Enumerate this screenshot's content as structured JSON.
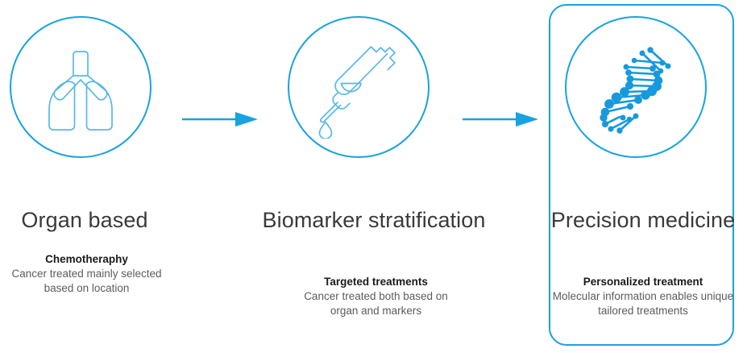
{
  "theme": {
    "accent_blue": "#17a3df",
    "icon_stroke_light": "#57b9e8",
    "title_color": "#3a3a3a",
    "detail_head_color": "#1a1a1a",
    "detail_body_color": "#5c5c5c",
    "background": "#ffffff"
  },
  "diagram": {
    "type": "process-flow",
    "orientation": "left-to-right",
    "stage_count": 3,
    "highlighted_stage_index": 2,
    "connector": "arrow"
  },
  "stages": [
    {
      "icon_name": "lungs-icon",
      "title": "Organ based",
      "detail_head": "Chemotheraphy",
      "detail_body": "Cancer treated mainly selected based on location"
    },
    {
      "icon_name": "syringe-icon",
      "title": "Biomarker stratification",
      "detail_head": "Targeted treatments",
      "detail_body": "Cancer treated both based on organ and markers"
    },
    {
      "icon_name": "dna-helix-icon",
      "title": "Precision medicine",
      "detail_head": "Personalized treatment",
      "detail_body": "Molecular information enables unique tailored treatments"
    }
  ],
  "connectors": [
    {
      "name": "arrow-stage1-to-stage2"
    },
    {
      "name": "arrow-stage2-to-stage3"
    }
  ]
}
